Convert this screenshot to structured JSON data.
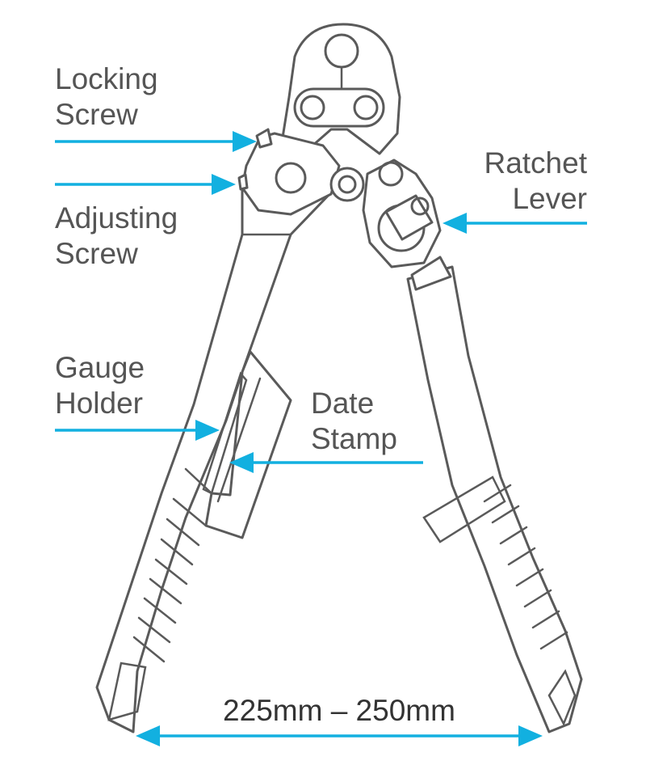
{
  "diagram": {
    "labels": {
      "locking_screw": [
        "Locking",
        "Screw"
      ],
      "adjusting_screw": [
        "Adjusting",
        "Screw"
      ],
      "ratchet_lever": [
        "Ratchet",
        "Lever"
      ],
      "gauge_holder": [
        "Gauge",
        "Holder"
      ],
      "date_stamp": [
        "Date",
        "Stamp"
      ]
    },
    "dimension": "225mm – 250mm"
  },
  "colors": {
    "arrow": "#12b0e0",
    "outline": "#5a5a5a",
    "label_text": "#555555"
  }
}
